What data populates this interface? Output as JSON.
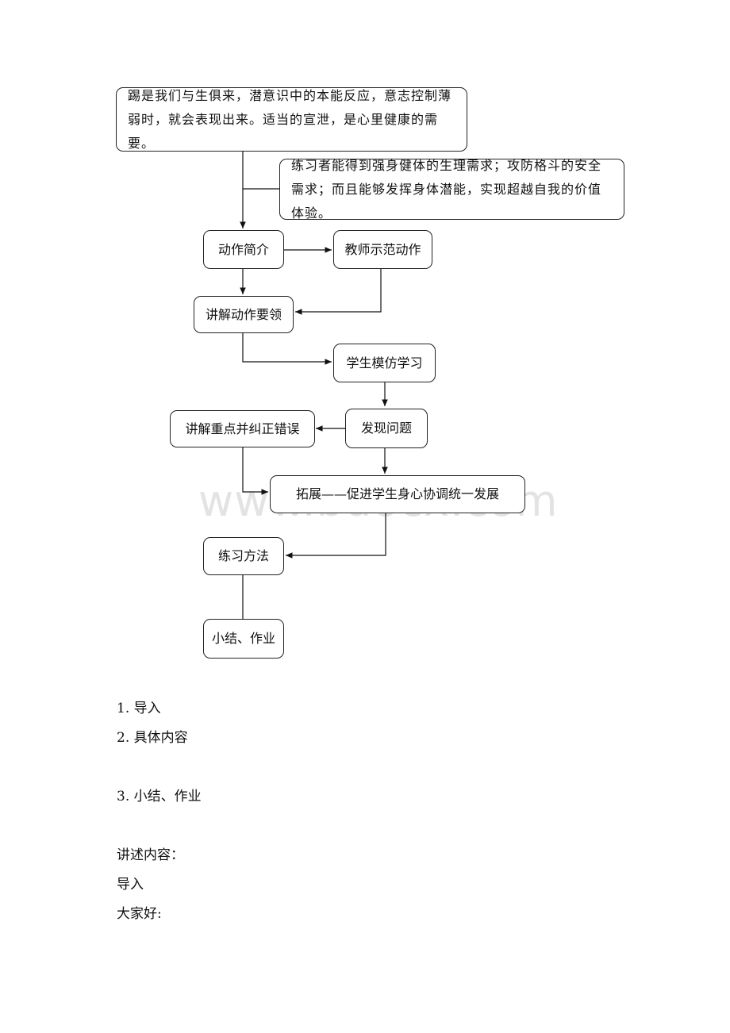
{
  "flowchart": {
    "box_intro_text": "踢是我们与生俱来，潜意识中的本能反应，意志控制薄弱时，就会表现出来。适当的宣泄，是心里健康的需要。",
    "box_benefit_text": "练习者能得到强身健体的生理需求；攻防格斗的安全需求；而且能够发挥身体潜能，实现超越自我的价值体验。",
    "box_action_intro": "动作简介",
    "box_teacher_demo": "教师示范动作",
    "box_explain_key": "讲解动作要领",
    "box_student_imitate": "学生模仿学习",
    "box_find_problem": "发现问题",
    "box_explain_correct": "讲解重点并纠正错误",
    "box_expand": "拓展——促进学生身心协调统一发展",
    "box_practice": "练习方法",
    "box_summary": "小结、作业"
  },
  "watermark": "www.bdocx.com",
  "outline": {
    "item1": "1. 导入",
    "item2": "2. 具体内容",
    "item3": "3. 小结、作业"
  },
  "narration": {
    "heading": "讲述内容：",
    "section": "导入",
    "greeting": "大家好:"
  }
}
